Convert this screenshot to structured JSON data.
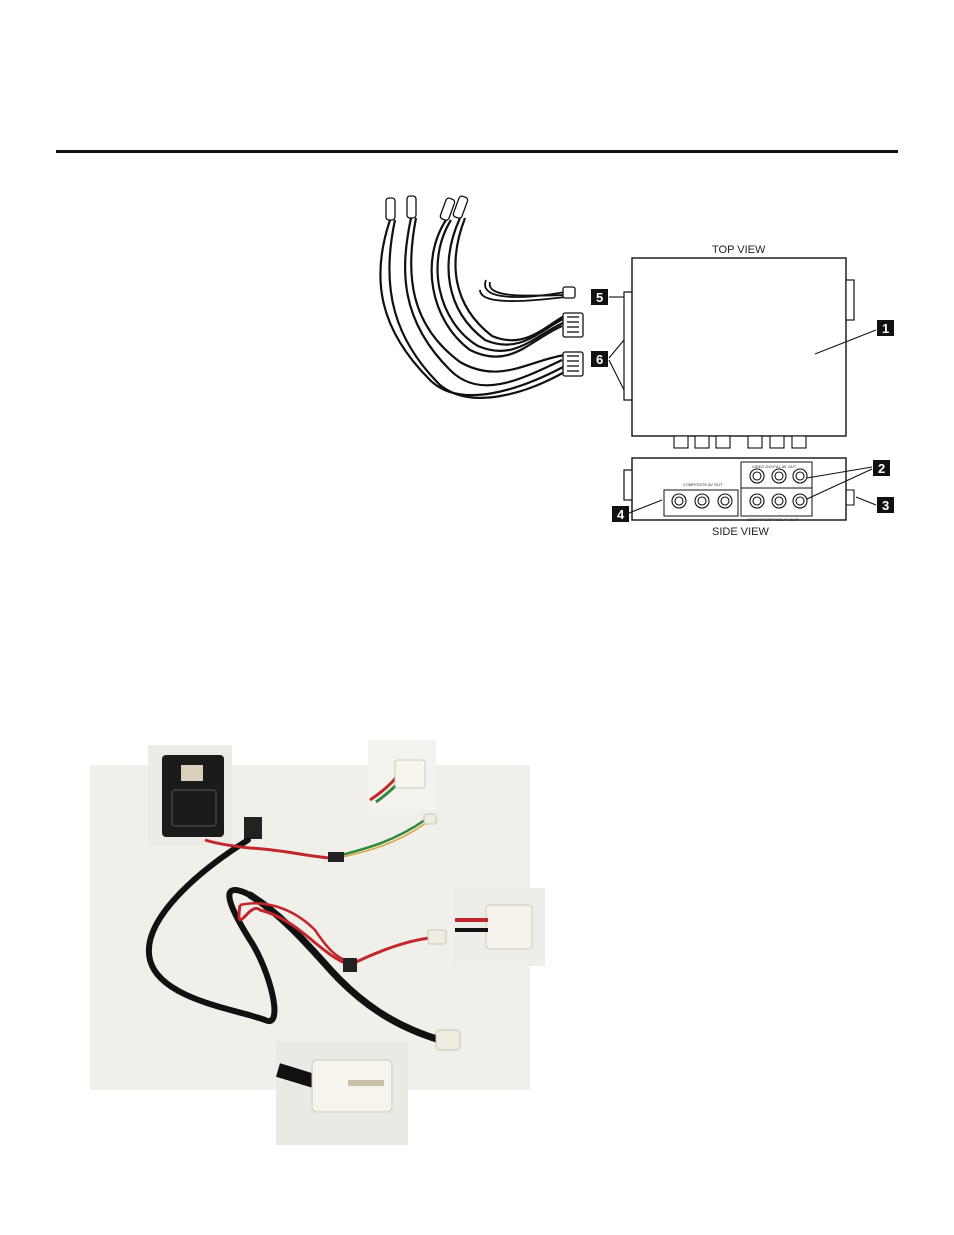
{
  "diagram": {
    "top_view_label": "TOP VIEW",
    "side_view_label": "SIDE VIEW",
    "side_labels": {
      "composite": "COMPOSITE AV OUT",
      "top_right": "VIDEO DIGITAL AV OUT",
      "bottom_right": "COMPONENT RGB AV OUT"
    },
    "callouts": [
      "1",
      "2",
      "3",
      "4",
      "5",
      "6"
    ]
  },
  "photo": {
    "description_colors": {
      "background": "#f1efea",
      "cable": "#111111",
      "red_wire": "#c0282c",
      "green_wire": "#2f8a3e",
      "connector": "#efece2"
    }
  }
}
